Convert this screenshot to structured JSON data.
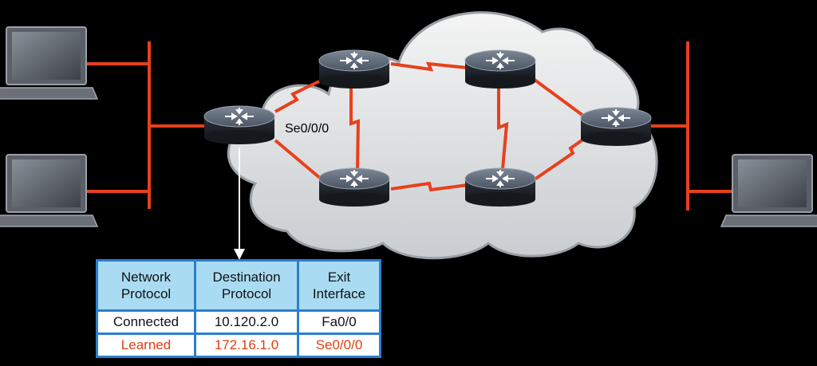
{
  "labels": {
    "left_network": "10.120.2.0",
    "right_network": "172.16.1.0",
    "serial_interface": "Se0/0/0"
  },
  "colors": {
    "link": "#e8401c",
    "table_header": "#a9dcf2",
    "table_border": "#2a7fd0",
    "learned_text": "#e04010"
  },
  "routing_table": {
    "headers": [
      [
        "Network",
        "Protocol"
      ],
      [
        "Destination",
        "Protocol"
      ],
      [
        "Exit",
        "Interface"
      ]
    ],
    "rows": [
      {
        "type": "connected",
        "cells": [
          "Connected",
          "10.120.2.0",
          "Fa0/0"
        ]
      },
      {
        "type": "learned",
        "cells": [
          "Learned",
          "172.16.1.0",
          "Se0/0/0"
        ]
      }
    ]
  },
  "icons": {
    "router": "router-icon",
    "laptop": "laptop-icon",
    "cloud": "cloud-icon"
  }
}
